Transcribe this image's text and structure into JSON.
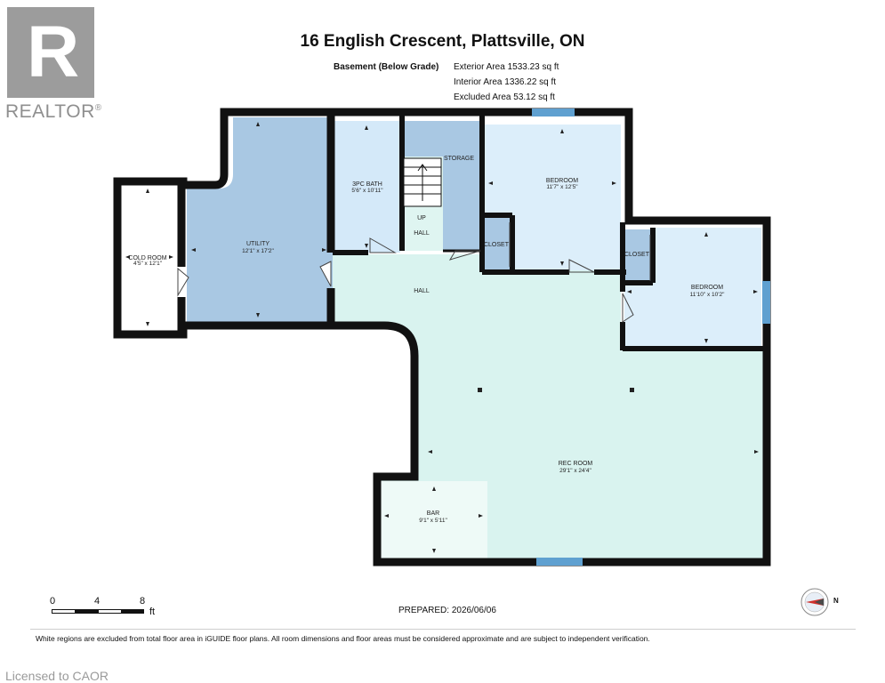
{
  "brand": {
    "logo_letter": "R",
    "logo_text": "REALTOR",
    "registered": "®"
  },
  "header": {
    "title": "16 English Crescent, Plattsville, ON",
    "level_label": "Basement (Below Grade)",
    "areas": [
      "Exterior Area 1533.23 sq ft",
      "Interior Area 1336.22 sq ft",
      "Excluded Area 53.12 sq ft"
    ]
  },
  "rooms": {
    "cold_room": {
      "name": "COLD ROOM",
      "dims": "4'5\" x 12'1\""
    },
    "utility": {
      "name": "UTILITY",
      "dims": "12'1\" x 17'2\""
    },
    "bath": {
      "name": "3PC BATH",
      "dims": "5'6\" x 10'11\""
    },
    "storage": {
      "name": "STORAGE"
    },
    "up": {
      "name": "UP"
    },
    "hall_small": {
      "name": "HALL"
    },
    "closet1": {
      "name": "CLOSET"
    },
    "bedroom1": {
      "name": "BEDROOM",
      "dims": "11'7\" x 12'5\""
    },
    "closet2": {
      "name": "CLOSET"
    },
    "bedroom2": {
      "name": "BEDROOM",
      "dims": "11'10\" x 10'2\""
    },
    "hall_main": {
      "name": "HALL"
    },
    "rec_room": {
      "name": "REC ROOM",
      "dims": "29'1\" x 24'4\""
    },
    "bar": {
      "name": "BAR",
      "dims": "9'1\" x 5'11\""
    }
  },
  "scale": {
    "ticks": [
      "0",
      "4",
      "8"
    ],
    "unit": "ft"
  },
  "compass": {
    "label": "N"
  },
  "prepared": "PREPARED: 2026/06/06",
  "footnote": "White regions are excluded from total floor area in iGUIDE floor plans. All room dimensions and floor areas must be considered approximate and are subject to independent verification.",
  "license": "Licensed to CAOR",
  "colors": {
    "wall": "#111111",
    "utility_fill": "#a9c8e3",
    "bedroom_fill": "#dceefa",
    "hall_fill": "#d9f3ef",
    "bar_fill": "#eefaf7",
    "window": "#5fa0d0",
    "logo_gray": "#9c9c9c"
  }
}
